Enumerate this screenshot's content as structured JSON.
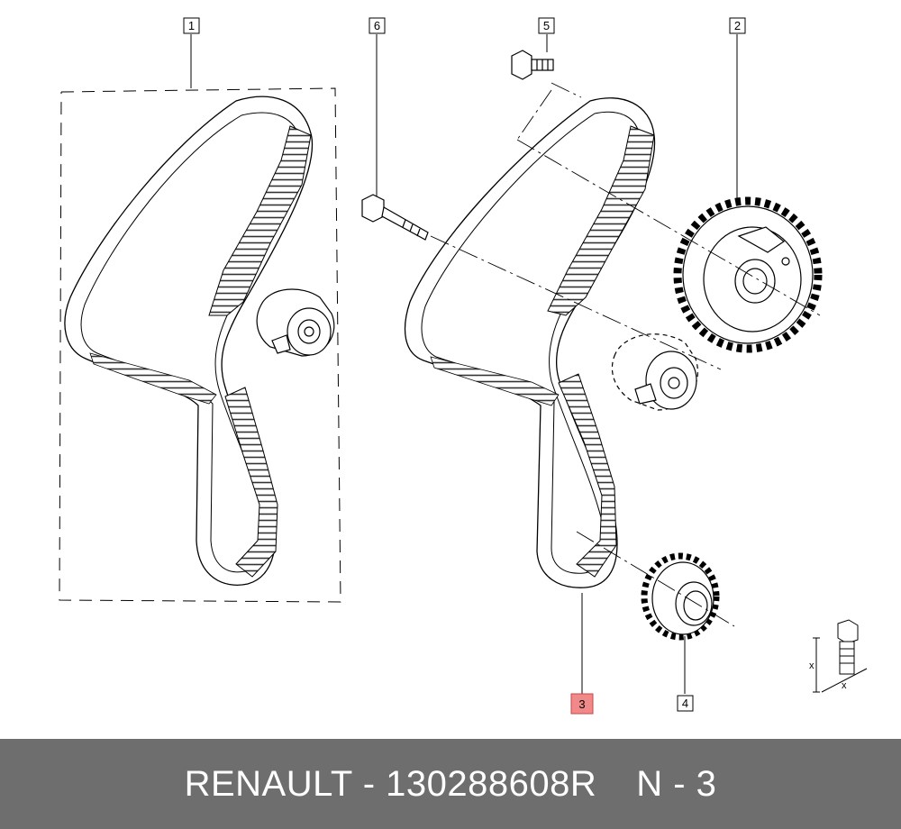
{
  "callouts": [
    {
      "id": "1",
      "text": "1",
      "highlighted": false
    },
    {
      "id": "2",
      "text": "2",
      "highlighted": false
    },
    {
      "id": "3",
      "text": "3",
      "highlighted": true
    },
    {
      "id": "4",
      "text": "4",
      "highlighted": false
    },
    {
      "id": "5",
      "text": "5",
      "highlighted": false
    },
    {
      "id": "6",
      "text": "6",
      "highlighted": false
    }
  ],
  "bolt_detail": {
    "dimension_label_1": "x",
    "dimension_label_2": "x"
  },
  "footer": {
    "brand_part": "RENAULT - 130288608R",
    "position": "N - 3"
  },
  "colors": {
    "highlight": "#f08a8a",
    "footer_bg": "#6e6e6e",
    "footer_text": "#ffffff",
    "line": "#000000"
  }
}
